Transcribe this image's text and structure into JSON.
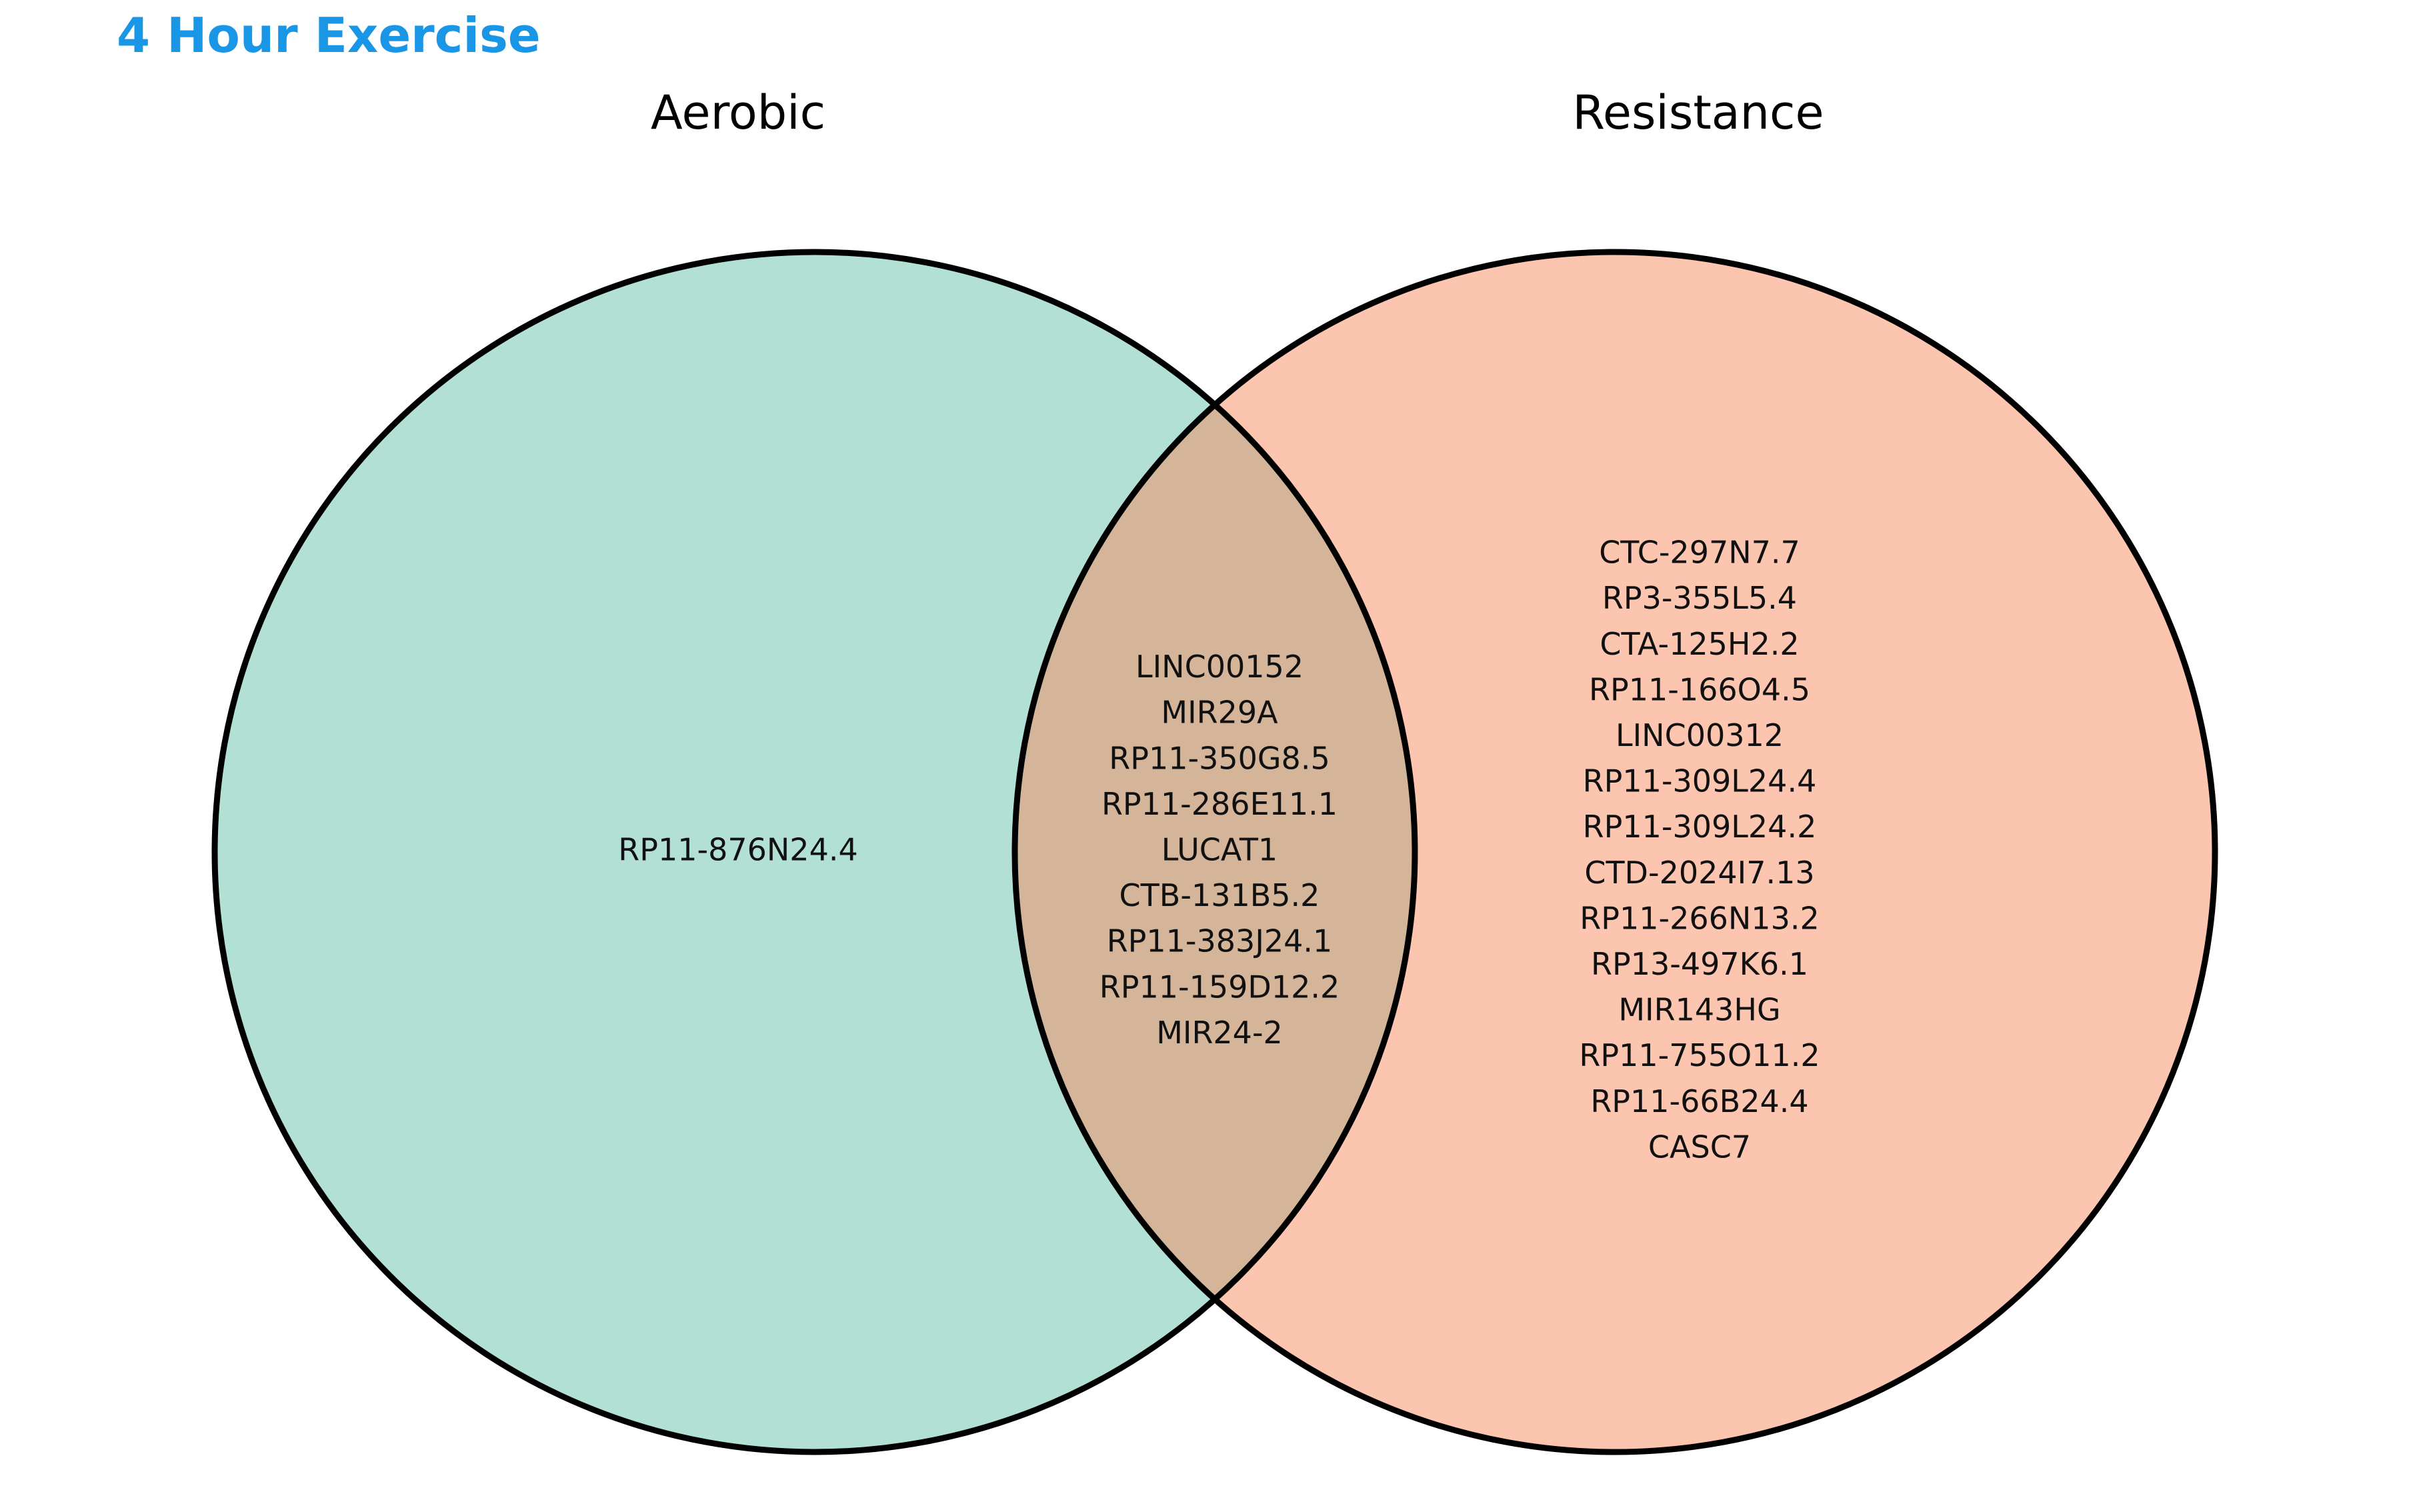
{
  "title": "4 Hour Exercise",
  "colors": {
    "title": "#1a96e6",
    "aerobic_fill": "#b3e0d4",
    "resistance_fill": "#fcc5b0",
    "overlap_fill": "#d5b59a",
    "outline": "#000000"
  },
  "sets": {
    "left": {
      "label": "Aerobic",
      "only_genes": [
        "RP11-876N24.4"
      ]
    },
    "right": {
      "label": "Resistance",
      "only_genes": [
        "CTC-297N7.7",
        "RP3-355L5.4",
        "CTA-125H2.2",
        "RP11-166O4.5",
        "LINC00312",
        "RP11-309L24.4",
        "RP11-309L24.2",
        "CTD-2024I7.13",
        "RP11-266N13.2",
        "RP13-497K6.1",
        "MIR143HG",
        "RP11-755O11.2",
        "RP11-66B24.4",
        "CASC7"
      ]
    },
    "intersection": {
      "genes": [
        "LINC00152",
        "MIR29A",
        "RP11-350G8.5",
        "RP11-286E11.1",
        "LUCAT1",
        "CTB-131B5.2",
        "RP11-383J24.1",
        "RP11-159D12.2",
        "MIR24-2"
      ]
    }
  }
}
